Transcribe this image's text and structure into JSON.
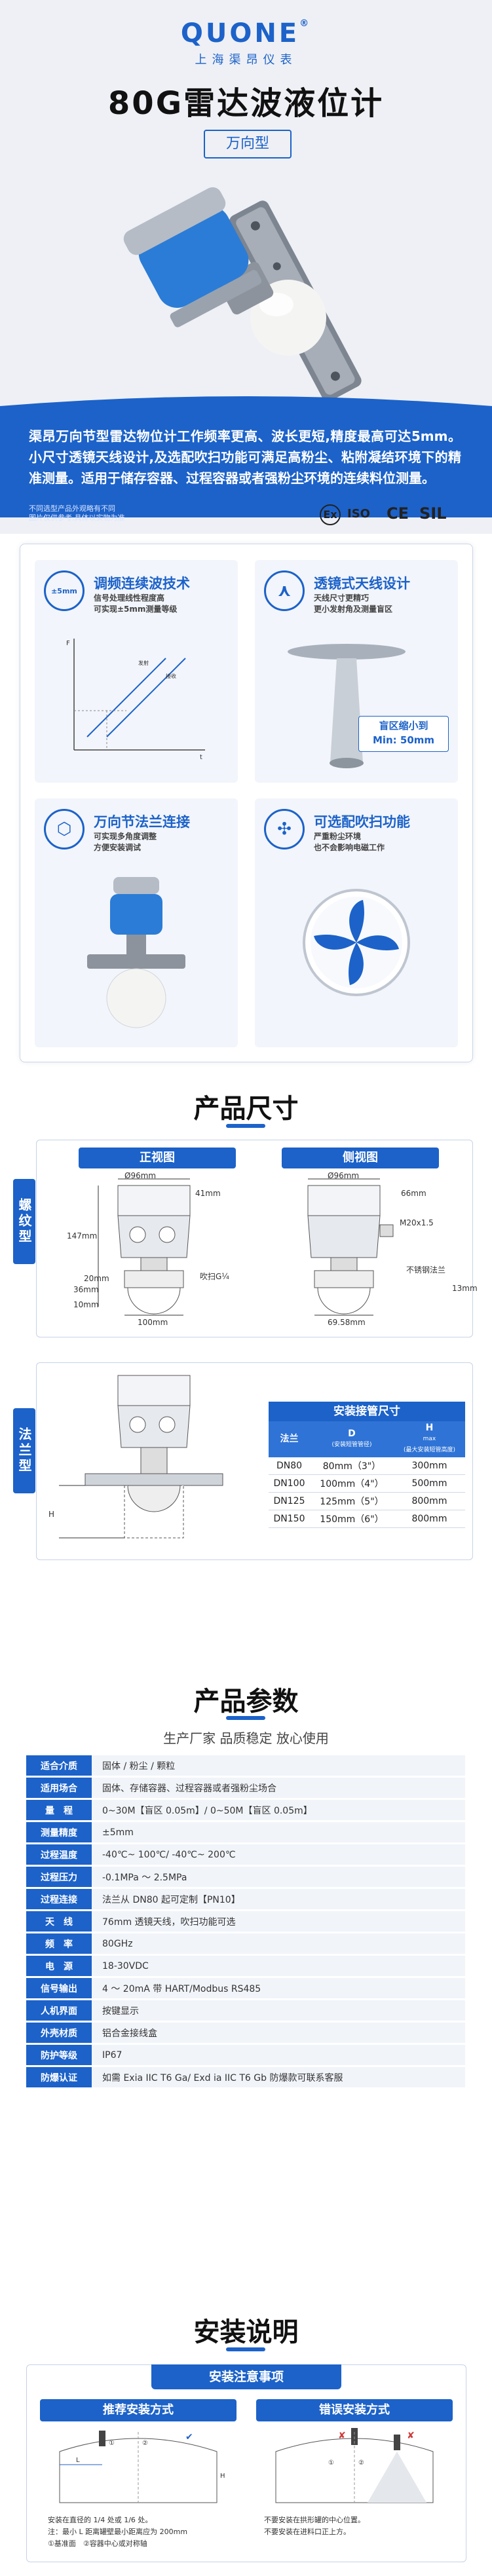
{
  "brand": {
    "logo": "QUONE",
    "registered": "®",
    "sub": "上海渠昂仪表"
  },
  "hero": {
    "title": "80G雷达波液位计",
    "subtitle": "万向型",
    "description": "渠昂万向节型雷达物位计工作频率更高、波长更短,精度最高可达5mm。小尺寸透镜天线设计,及选配吹扫功能可满足高粉尘、粘附凝结环境下的精准测量。适用于储存容器、过程容器或者强粉尘环境的连续料位测量。",
    "note": "不同选型产品外观略有不同\n图片仅供参考,具体以实物为准",
    "certs": [
      "Ex",
      "ISO",
      "CE",
      "SIL"
    ]
  },
  "features": [
    {
      "title": "调频连续波技术",
      "sub": "信号处理线性程度高\n可实现±5mm测量等级",
      "icon_text": "±5mm"
    },
    {
      "title": "透镜式天线设计",
      "sub": "天线尺寸更精巧\n更小发射角及测量盲区",
      "badge1": "盲区缩小到",
      "badge2": "Min: 50mm"
    },
    {
      "title": "万向节法兰连接",
      "sub": "可实现多角度调整\n方便安装调试"
    },
    {
      "title": "可选配吹扫功能",
      "sub": "严重粉尘环境\n也不会影响电磁工作"
    }
  ],
  "dimensions": {
    "title": "产品尺寸",
    "front_view": "正视图",
    "side_view": "侧视图",
    "thread_tab": "螺纹型",
    "flange_tab": "法兰型",
    "labels": {
      "d96": "Ø96mm",
      "h41": "41mm",
      "h147": "147mm",
      "h20": "20mm",
      "h36": "36mm",
      "h10": "10mm",
      "purge": "吹扫G¼",
      "w100": "100mm",
      "h66": "66mm",
      "m20": "M20x1.5",
      "w69": "69.58mm",
      "sus": "不锈钢法兰",
      "h13": "13mm",
      "hH": "H"
    },
    "flange_table": {
      "caption": "安装接管尺寸",
      "headers": [
        "法兰",
        "D",
        "H"
      ],
      "header_notes": [
        "",
        "(安装短管管径)",
        "max\n(最大安装短管高度)"
      ],
      "rows": [
        [
          "DN80",
          "80mm（3\"）",
          "300mm"
        ],
        [
          "DN100",
          "100mm（4\"）",
          "500mm"
        ],
        [
          "DN125",
          "125mm（5\"）",
          "800mm"
        ],
        [
          "DN150",
          "150mm（6\"）",
          "800mm"
        ]
      ]
    }
  },
  "params": {
    "title": "产品参数",
    "subtitle": "生产厂家 品质稳定 放心使用",
    "rows": [
      [
        "适合介质",
        "固体 / 粉尘 / 颗粒"
      ],
      [
        "适用场合",
        "固体、存储容器、过程容器或者强粉尘场合"
      ],
      [
        "量　程",
        "0~30M【盲区 0.05m】/ 0~50M【盲区 0.05m】"
      ],
      [
        "测量精度",
        "±5mm"
      ],
      [
        "过程温度",
        "-40℃~ 100℃/ -40℃~ 200℃"
      ],
      [
        "过程压力",
        "-0.1MPa ～ 2.5MPa"
      ],
      [
        "过程连接",
        "法兰从 DN80 起可定制【PN10】"
      ],
      [
        "天　线",
        "76mm 透镜天线，吹扫功能可选"
      ],
      [
        "频　率",
        "80GHz"
      ],
      [
        "电　源",
        "18-30VDC"
      ],
      [
        "信号输出",
        "4 ～ 20mA 带 HART/Modbus RS485"
      ],
      [
        "人机界面",
        "按键显示"
      ],
      [
        "外壳材质",
        "铝合金接线盒"
      ],
      [
        "防护等级",
        "IP67"
      ],
      [
        "防爆认证",
        "如需 Exia IIC T6 Ga/ Exd ia IIC T6 Gb 防爆款可联系客服"
      ]
    ]
  },
  "install": {
    "title": "安装说明",
    "card_title": "安装注意事项",
    "good_title": "推荐安装方式",
    "bad_title": "错误安装方式",
    "good_text": "安装在直径的 1/4 处或 1/6 处。\n注：最小 L 距离罐壁最小距离应为 200mm\n①基准面　②容器中心或对称轴",
    "bad_text": "不要安装在拱形罐的中心位置。\n不要安装在进料口正上方。",
    "good_scale_labels": [
      "L",
      "①",
      "②",
      "H"
    ],
    "bad_scale_labels": [
      "②",
      "①"
    ]
  },
  "colors": {
    "accent": "#1c62c9",
    "accent_light": "#2f73d6",
    "good": "#1c62c9",
    "bad": "#1c62c9"
  }
}
